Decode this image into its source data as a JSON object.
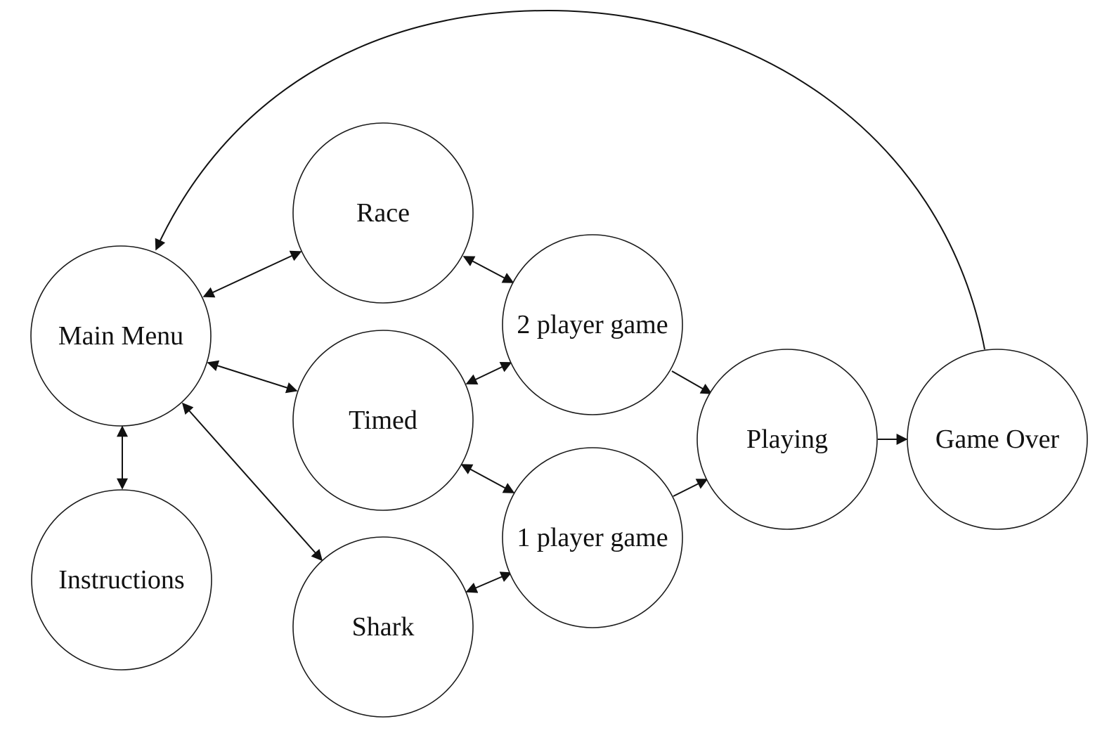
{
  "diagram": {
    "type": "state-transition",
    "nodes": [
      {
        "id": "main_menu",
        "label": "Main Menu"
      },
      {
        "id": "instructions",
        "label": "Instructions"
      },
      {
        "id": "race",
        "label": "Race"
      },
      {
        "id": "timed",
        "label": "Timed"
      },
      {
        "id": "shark",
        "label": "Shark"
      },
      {
        "id": "two_player",
        "label": "2 player game"
      },
      {
        "id": "one_player",
        "label": "1 player game"
      },
      {
        "id": "playing",
        "label": "Playing"
      },
      {
        "id": "game_over",
        "label": "Game Over"
      }
    ],
    "edges": [
      {
        "from": "main_menu",
        "to": "race",
        "direction": "both"
      },
      {
        "from": "main_menu",
        "to": "timed",
        "direction": "both"
      },
      {
        "from": "main_menu",
        "to": "shark",
        "direction": "both"
      },
      {
        "from": "main_menu",
        "to": "instructions",
        "direction": "both"
      },
      {
        "from": "race",
        "to": "two_player",
        "direction": "both"
      },
      {
        "from": "timed",
        "to": "two_player",
        "direction": "both"
      },
      {
        "from": "timed",
        "to": "one_player",
        "direction": "both"
      },
      {
        "from": "shark",
        "to": "one_player",
        "direction": "both"
      },
      {
        "from": "two_player",
        "to": "playing",
        "direction": "forward"
      },
      {
        "from": "one_player",
        "to": "playing",
        "direction": "forward"
      },
      {
        "from": "playing",
        "to": "game_over",
        "direction": "forward"
      },
      {
        "from": "game_over",
        "to": "main_menu",
        "direction": "forward"
      }
    ],
    "colors": {
      "stroke": "#1a1a1a",
      "fill": "#ffffff",
      "text": "#111111"
    }
  }
}
